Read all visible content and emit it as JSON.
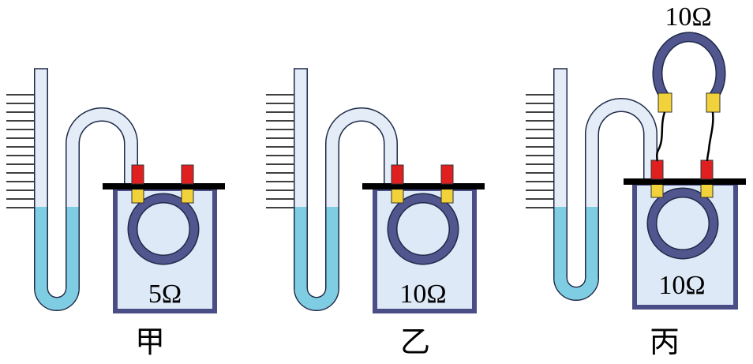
{
  "setups": [
    {
      "id": "jia",
      "caption": "甲",
      "resistor": "5Ω"
    },
    {
      "id": "yi",
      "caption": "乙",
      "resistor": "10Ω"
    },
    {
      "id": "bing",
      "caption": "丙",
      "resistor": "10Ω",
      "external_resistor": "10Ω"
    }
  ],
  "colors": {
    "tube_fill": "#e3ecf7",
    "tube_stroke": "#1e2a48",
    "liquid": "#7fcde3",
    "container_stroke": "#4a4d86",
    "container_fill": "#dde9f7",
    "coil": "#52568e",
    "lid": "#000000",
    "clip_red": "#e02020",
    "clip_yellow": "#f2d23a"
  }
}
